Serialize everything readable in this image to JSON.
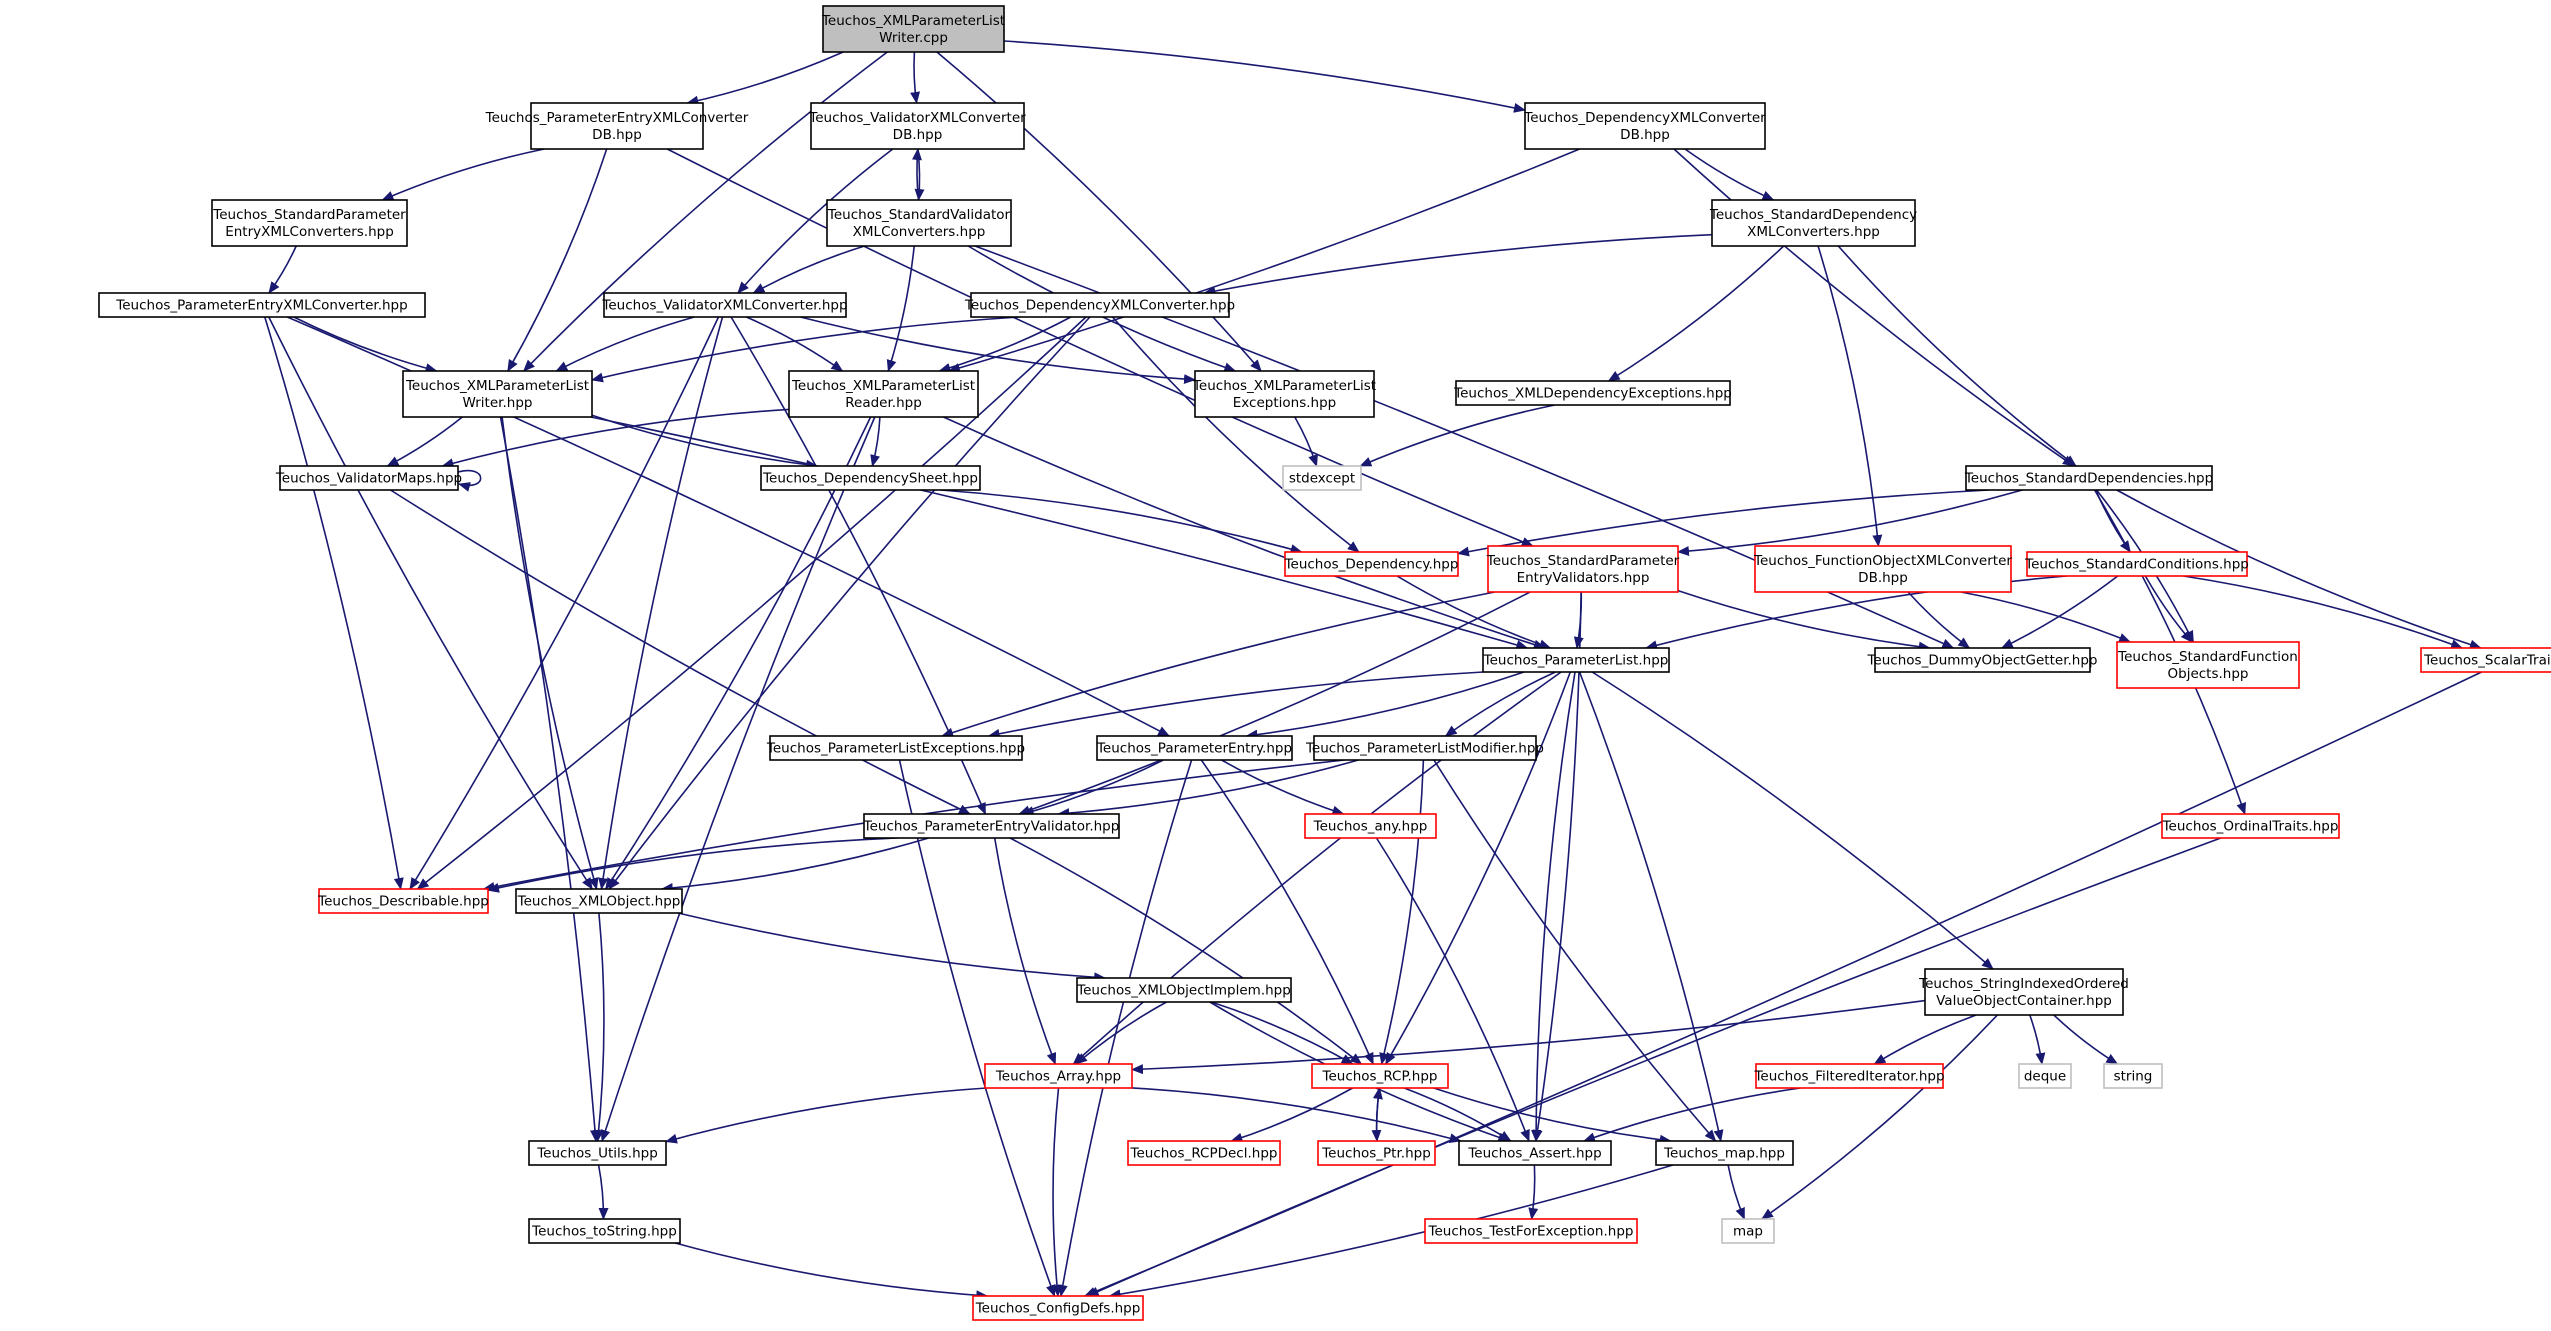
{
  "colors": {
    "edge": "#191970",
    "root_fill": "#bfbfbf",
    "node_border": "#000000",
    "truncated_border": "#ff0000",
    "system_border": "#bfbfbf",
    "background": "#ffffff"
  },
  "nodes": [
    {
      "id": "root",
      "lines": [
        "Teuchos_XMLParameterList",
        "Writer.cpp"
      ],
      "style": "root"
    },
    {
      "id": "peconvdb",
      "lines": [
        "Teuchos_ParameterEntryXMLConverter",
        "DB.hpp"
      ],
      "style": "normal"
    },
    {
      "id": "valconvdb",
      "lines": [
        "Teuchos_ValidatorXMLConverter",
        "DB.hpp"
      ],
      "style": "normal"
    },
    {
      "id": "depconvdb",
      "lines": [
        "Teuchos_DependencyXMLConverter",
        "DB.hpp"
      ],
      "style": "normal"
    },
    {
      "id": "stdpeconv",
      "lines": [
        "Teuchos_StandardParameter",
        "EntryXMLConverters.hpp"
      ],
      "style": "normal"
    },
    {
      "id": "stdvalconv",
      "lines": [
        "Teuchos_StandardValidator",
        "XMLConverters.hpp"
      ],
      "style": "normal"
    },
    {
      "id": "stddepconv",
      "lines": [
        "Teuchos_StandardDependency",
        "XMLConverters.hpp"
      ],
      "style": "normal"
    },
    {
      "id": "peconv",
      "lines": [
        "Teuchos_ParameterEntryXMLConverter.hpp"
      ],
      "style": "normal"
    },
    {
      "id": "valconv",
      "lines": [
        "Teuchos_ValidatorXMLConverter.hpp"
      ],
      "style": "normal"
    },
    {
      "id": "depconv",
      "lines": [
        "Teuchos_DependencyXMLConverter.hpp"
      ],
      "style": "normal"
    },
    {
      "id": "writer",
      "lines": [
        "Teuchos_XMLParameterList",
        "Writer.hpp"
      ],
      "style": "normal"
    },
    {
      "id": "reader",
      "lines": [
        "Teuchos_XMLParameterList",
        "Reader.hpp"
      ],
      "style": "normal"
    },
    {
      "id": "plexc",
      "lines": [
        "Teuchos_XMLParameterList",
        "Exceptions.hpp"
      ],
      "style": "normal"
    },
    {
      "id": "depexc",
      "lines": [
        "Teuchos_XMLDependencyExceptions.hpp"
      ],
      "style": "normal"
    },
    {
      "id": "valmaps",
      "lines": [
        "Teuchos_ValidatorMaps.hpp"
      ],
      "style": "normal"
    },
    {
      "id": "depsheet",
      "lines": [
        "Teuchos_DependencySheet.hpp"
      ],
      "style": "normal"
    },
    {
      "id": "stdexcept",
      "lines": [
        "stdexcept"
      ],
      "style": "system"
    },
    {
      "id": "stddeps",
      "lines": [
        "Teuchos_StandardDependencies.hpp"
      ],
      "style": "normal"
    },
    {
      "id": "dependency",
      "lines": [
        "Teuchos_Dependency.hpp"
      ],
      "style": "truncated"
    },
    {
      "id": "stdpeval",
      "lines": [
        "Teuchos_StandardParameter",
        "EntryValidators.hpp"
      ],
      "style": "truncated"
    },
    {
      "id": "fobjconv",
      "lines": [
        "Teuchos_FunctionObjectXMLConverter",
        "DB.hpp"
      ],
      "style": "truncated"
    },
    {
      "id": "stdcond",
      "lines": [
        "Teuchos_StandardConditions.hpp"
      ],
      "style": "truncated"
    },
    {
      "id": "plist",
      "lines": [
        "Teuchos_ParameterList.hpp"
      ],
      "style": "normal"
    },
    {
      "id": "dummy",
      "lines": [
        "Teuchos_DummyObjectGetter.hpp"
      ],
      "style": "normal"
    },
    {
      "id": "stdfunc",
      "lines": [
        "Teuchos_StandardFunction",
        "Objects.hpp"
      ],
      "style": "truncated"
    },
    {
      "id": "scalar",
      "lines": [
        "Teuchos_ScalarTraits.hpp"
      ],
      "style": "truncated"
    },
    {
      "id": "plexcs",
      "lines": [
        "Teuchos_ParameterListExceptions.hpp"
      ],
      "style": "normal"
    },
    {
      "id": "pentry",
      "lines": [
        "Teuchos_ParameterEntry.hpp"
      ],
      "style": "normal"
    },
    {
      "id": "plmod",
      "lines": [
        "Teuchos_ParameterListModifier.hpp"
      ],
      "style": "normal"
    },
    {
      "id": "any",
      "lines": [
        "Teuchos_any.hpp"
      ],
      "style": "truncated"
    },
    {
      "id": "pev",
      "lines": [
        "Teuchos_ParameterEntryValidator.hpp"
      ],
      "style": "normal"
    },
    {
      "id": "ordinal",
      "lines": [
        "Teuchos_OrdinalTraits.hpp"
      ],
      "style": "truncated"
    },
    {
      "id": "describable",
      "lines": [
        "Teuchos_Describable.hpp"
      ],
      "style": "truncated"
    },
    {
      "id": "xmlobj",
      "lines": [
        "Teuchos_XMLObject.hpp"
      ],
      "style": "normal"
    },
    {
      "id": "xmlobjimpl",
      "lines": [
        "Teuchos_XMLObjectImplem.hpp"
      ],
      "style": "normal"
    },
    {
      "id": "sio",
      "lines": [
        "Teuchos_StringIndexedOrdered",
        "ValueObjectContainer.hpp"
      ],
      "style": "normal"
    },
    {
      "id": "array",
      "lines": [
        "Teuchos_Array.hpp"
      ],
      "style": "truncated"
    },
    {
      "id": "rcp",
      "lines": [
        "Teuchos_RCP.hpp"
      ],
      "style": "truncated"
    },
    {
      "id": "filtered",
      "lines": [
        "Teuchos_FilteredIterator.hpp"
      ],
      "style": "truncated"
    },
    {
      "id": "deque",
      "lines": [
        "deque"
      ],
      "style": "system"
    },
    {
      "id": "string",
      "lines": [
        "string"
      ],
      "style": "system"
    },
    {
      "id": "utils",
      "lines": [
        "Teuchos_Utils.hpp"
      ],
      "style": "normal"
    },
    {
      "id": "rcpdecl",
      "lines": [
        "Teuchos_RCPDecl.hpp"
      ],
      "style": "truncated"
    },
    {
      "id": "ptr",
      "lines": [
        "Teuchos_Ptr.hpp"
      ],
      "style": "truncated"
    },
    {
      "id": "assert",
      "lines": [
        "Teuchos_Assert.hpp"
      ],
      "style": "normal"
    },
    {
      "id": "map",
      "lines": [
        "Teuchos_map.hpp"
      ],
      "style": "normal"
    },
    {
      "id": "tostring",
      "lines": [
        "Teuchos_toString.hpp"
      ],
      "style": "normal"
    },
    {
      "id": "testexc",
      "lines": [
        "Teuchos_TestForException.hpp"
      ],
      "style": "truncated"
    },
    {
      "id": "stdmap",
      "lines": [
        "map"
      ],
      "style": "system"
    },
    {
      "id": "configdefs",
      "lines": [
        "Teuchos_ConfigDefs.hpp"
      ],
      "style": "truncated"
    }
  ],
  "edges": [
    [
      "root",
      "peconvdb"
    ],
    [
      "root",
      "valconvdb"
    ],
    [
      "root",
      "depconvdb"
    ],
    [
      "root",
      "writer"
    ],
    [
      "root",
      "plexc"
    ],
    [
      "peconvdb",
      "stdpeconv"
    ],
    [
      "peconvdb",
      "writer"
    ],
    [
      "peconvdb",
      "stdpeval"
    ],
    [
      "valconvdb",
      "stdvalconv"
    ],
    [
      "valconvdb",
      "valconv"
    ],
    [
      "stdvalconv",
      "valconvdb"
    ],
    [
      "stdvalconv",
      "valconv"
    ],
    [
      "stdvalconv",
      "reader"
    ],
    [
      "stdvalconv",
      "plexc"
    ],
    [
      "stdvalconv",
      "dummy"
    ],
    [
      "depconvdb",
      "stddepconv"
    ],
    [
      "depconvdb",
      "reader"
    ],
    [
      "depconvdb",
      "stddeps"
    ],
    [
      "stdpeconv",
      "peconv"
    ],
    [
      "stddepconv",
      "depconv"
    ],
    [
      "stddepconv",
      "depexc"
    ],
    [
      "stddepconv",
      "stddeps"
    ],
    [
      "stddepconv",
      "fobjconv"
    ],
    [
      "peconv",
      "writer"
    ],
    [
      "peconv",
      "describable"
    ],
    [
      "peconv",
      "xmlobj"
    ],
    [
      "peconv",
      "pentry"
    ],
    [
      "valconv",
      "writer"
    ],
    [
      "valconv",
      "reader"
    ],
    [
      "valconv",
      "plexc"
    ],
    [
      "valconv",
      "describable"
    ],
    [
      "valconv",
      "xmlobj"
    ],
    [
      "valconv",
      "pev"
    ],
    [
      "depconv",
      "writer"
    ],
    [
      "depconv",
      "reader"
    ],
    [
      "depconv",
      "dependency"
    ],
    [
      "depconv",
      "describable"
    ],
    [
      "depconv",
      "xmlobj"
    ],
    [
      "writer",
      "valmaps"
    ],
    [
      "writer",
      "depsheet"
    ],
    [
      "writer",
      "plist"
    ],
    [
      "writer",
      "xmlobj"
    ],
    [
      "writer",
      "utils"
    ],
    [
      "reader",
      "valmaps"
    ],
    [
      "reader",
      "depsheet"
    ],
    [
      "reader",
      "plist"
    ],
    [
      "reader",
      "xmlobj"
    ],
    [
      "reader",
      "utils"
    ],
    [
      "plexc",
      "stdexcept"
    ],
    [
      "depexc",
      "stdexcept"
    ],
    [
      "valmaps",
      "valmaps"
    ],
    [
      "valmaps",
      "pev"
    ],
    [
      "depsheet",
      "dependency"
    ],
    [
      "stddeps",
      "dependency"
    ],
    [
      "stddeps",
      "stdpeval"
    ],
    [
      "stddeps",
      "stdcond"
    ],
    [
      "stddeps",
      "stdfunc"
    ],
    [
      "stddeps",
      "scalar"
    ],
    [
      "stddeps",
      "ordinal"
    ],
    [
      "dependency",
      "plist"
    ],
    [
      "stdpeval",
      "plist"
    ],
    [
      "stdpeval",
      "plexcs"
    ],
    [
      "stdpeval",
      "pev"
    ],
    [
      "stdpeval",
      "dummy"
    ],
    [
      "stdpeval",
      "assert"
    ],
    [
      "fobjconv",
      "dummy"
    ],
    [
      "fobjconv",
      "stdfunc"
    ],
    [
      "stdcond",
      "plist"
    ],
    [
      "stdcond",
      "dummy"
    ],
    [
      "stdcond",
      "stdfunc"
    ],
    [
      "stdcond",
      "scalar"
    ],
    [
      "plist",
      "plexcs"
    ],
    [
      "plist",
      "pentry"
    ],
    [
      "plist",
      "plmod"
    ],
    [
      "plist",
      "sio"
    ],
    [
      "plist",
      "array"
    ],
    [
      "plist",
      "rcp"
    ],
    [
      "plist",
      "assert"
    ],
    [
      "plist",
      "map"
    ],
    [
      "plexcs",
      "configdefs"
    ],
    [
      "pentry",
      "pev"
    ],
    [
      "pentry",
      "any"
    ],
    [
      "pentry",
      "rcp"
    ],
    [
      "pentry",
      "configdefs"
    ],
    [
      "plmod",
      "pev"
    ],
    [
      "plmod",
      "describable"
    ],
    [
      "plmod",
      "rcp"
    ],
    [
      "plmod",
      "map"
    ],
    [
      "any",
      "assert"
    ],
    [
      "pev",
      "describable"
    ],
    [
      "pev",
      "xmlobj"
    ],
    [
      "pev",
      "array"
    ],
    [
      "pev",
      "rcp"
    ],
    [
      "xmlobj",
      "xmlobjimpl"
    ],
    [
      "xmlobj",
      "utils"
    ],
    [
      "xmlobjimpl",
      "array"
    ],
    [
      "xmlobjimpl",
      "rcp"
    ],
    [
      "xmlobjimpl",
      "assert"
    ],
    [
      "sio",
      "array"
    ],
    [
      "sio",
      "filtered"
    ],
    [
      "sio",
      "deque"
    ],
    [
      "sio",
      "string"
    ],
    [
      "sio",
      "stdmap"
    ],
    [
      "array",
      "utils"
    ],
    [
      "array",
      "assert"
    ],
    [
      "array",
      "configdefs"
    ],
    [
      "rcp",
      "rcpdecl"
    ],
    [
      "rcp",
      "ptr"
    ],
    [
      "rcp",
      "assert"
    ],
    [
      "rcp",
      "map"
    ],
    [
      "ptr",
      "rcp"
    ],
    [
      "filtered",
      "assert"
    ],
    [
      "utils",
      "tostring"
    ],
    [
      "tostring",
      "configdefs"
    ],
    [
      "assert",
      "testexc"
    ],
    [
      "map",
      "stdmap"
    ],
    [
      "map",
      "configdefs"
    ],
    [
      "ordinal",
      "configdefs"
    ],
    [
      "scalar",
      "configdefs"
    ]
  ]
}
